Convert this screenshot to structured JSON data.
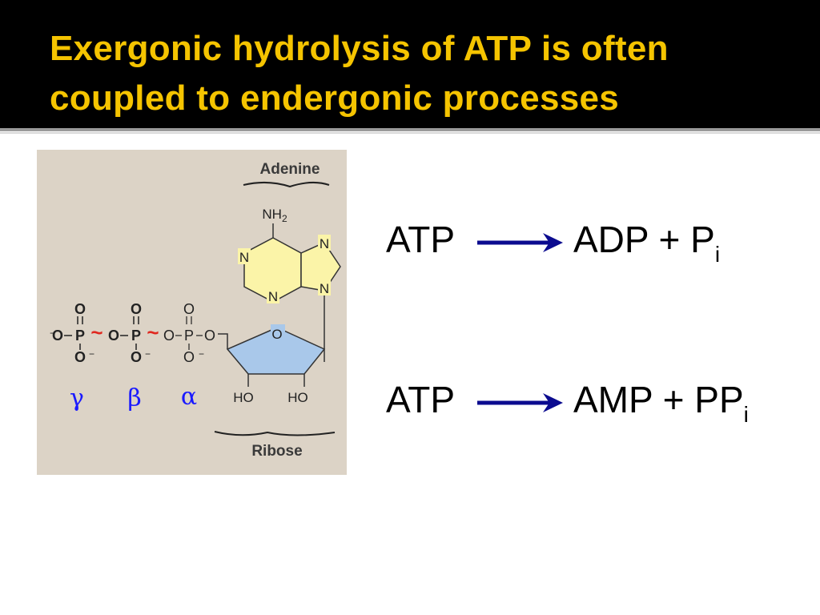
{
  "slide": {
    "title_line1": "Exergonic hydrolysis of ATP is often",
    "title_line2": "coupled to endergonic processes"
  },
  "figure": {
    "adenine_label": "Adenine",
    "ribose_label": "Ribose",
    "nh2": "NH",
    "nh2_sub": "2",
    "n": "N",
    "o": "O",
    "p": "P",
    "o_minus": "O",
    "minus": "−",
    "ho": "HO",
    "tilde": "~",
    "gamma": "γ",
    "beta": "β",
    "alpha": "α",
    "colors": {
      "background": "#dcd3c6",
      "ring_fill": "#a9c8ea",
      "purine_fill": "#fbf4a8",
      "greek": "#1a1aff",
      "bond": "#e0281f"
    }
  },
  "equations": [
    {
      "left": "ATP",
      "right": "ADP + P",
      "sub": "i"
    },
    {
      "left": "ATP",
      "right": "AMP + PP",
      "sub": "i"
    }
  ],
  "colors": {
    "title": "#f5c400",
    "arrow": "#0b0b8f"
  }
}
